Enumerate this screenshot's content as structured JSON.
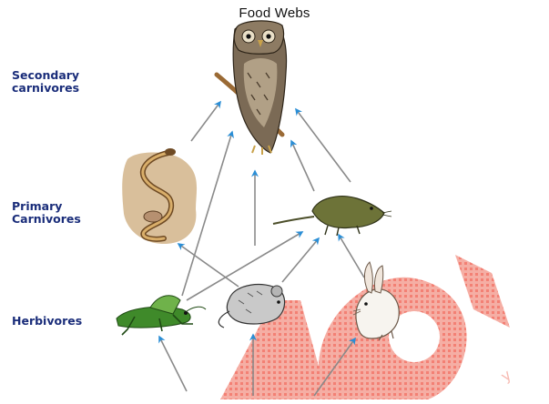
{
  "title": "Food Webs",
  "levels": {
    "secondary": [
      "Secondary",
      "carnivores"
    ],
    "primary": [
      "Primary",
      "Carnivores"
    ],
    "herbivores": "Herbivores"
  },
  "organisms": [
    "owl",
    "snake",
    "shrew",
    "grasshopper",
    "mouse",
    "rabbit"
  ],
  "watermark": "lab",
  "colors": {
    "label": "#1a2d7a",
    "arrow_head": "#2a8ed6",
    "arrow_line": "#888888",
    "watermark": "#f26a5c"
  }
}
